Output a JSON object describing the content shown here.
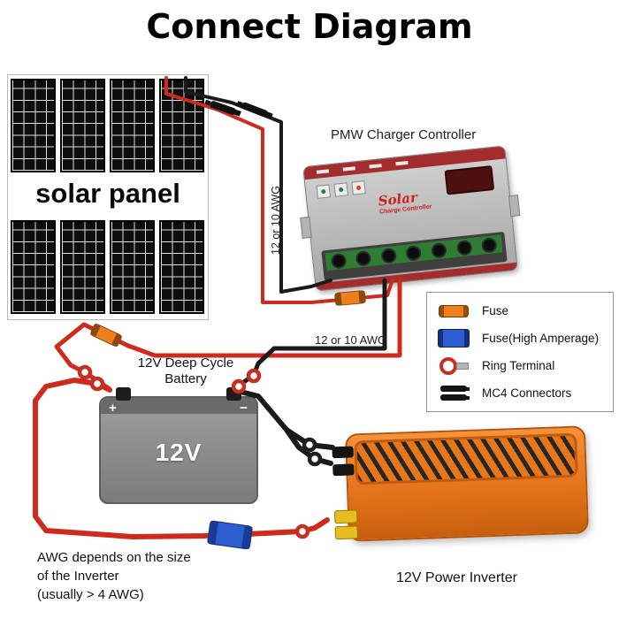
{
  "title": "Connect Diagram",
  "solar_array": {
    "label": "solar panel"
  },
  "controller": {
    "label": "PMW Charger Controller",
    "brand": "Solar",
    "brand_sub": "Charge Controller"
  },
  "wires": {
    "awg_vertical": "12 or 10 AWG",
    "awg_horizontal": "12 or 10 AWG"
  },
  "battery": {
    "label_line1": "12V Deep Cycle",
    "label_line2": "Battery",
    "text": "12V",
    "plus": "+",
    "minus": "−"
  },
  "inverter": {
    "label": "12V Power Inverter"
  },
  "note": {
    "line1": "AWG depends on the size",
    "line2": "of the Inverter",
    "line3": "(usually > 4 AWG)"
  },
  "legend": {
    "items": [
      {
        "icon": "fuse-icon",
        "label": "Fuse"
      },
      {
        "icon": "high-amperage-fuse-icon",
        "label": "Fuse(High Amperage)"
      },
      {
        "icon": "ring-terminal-icon",
        "label": "Ring Terminal"
      },
      {
        "icon": "mc4-connector-icon",
        "label": "MC4 Connectors"
      }
    ]
  },
  "colors": {
    "wire_red": "#cf2a1d",
    "wire_black": "#1a1a1a",
    "fuse_orange": "#ef7f1d",
    "fuse_blue": "#2c5ed0",
    "inverter_orange": "#e5731a",
    "battery_gray": "#8c8c8c"
  }
}
